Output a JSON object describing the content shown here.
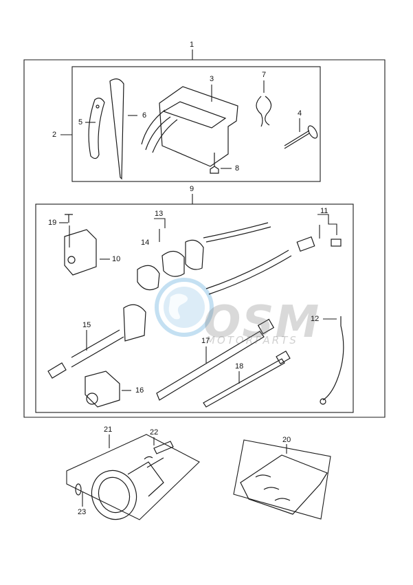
{
  "callouts": {
    "c1": "1",
    "c2": "2",
    "c3": "3",
    "c4": "4",
    "c5": "5",
    "c6": "6",
    "c7": "7",
    "c8": "8",
    "c9": "9",
    "c10": "10",
    "c11": "11",
    "c12": "12",
    "c13": "13",
    "c14": "14",
    "c15": "15",
    "c16": "16",
    "c17": "17",
    "c18": "18",
    "c19": "19",
    "c20": "20",
    "c21": "21",
    "c22": "22",
    "c23": "23"
  },
  "watermark": {
    "brand": "OSM",
    "sub": "MOTORPARTS",
    "globe_color": "#5aa7dc"
  }
}
